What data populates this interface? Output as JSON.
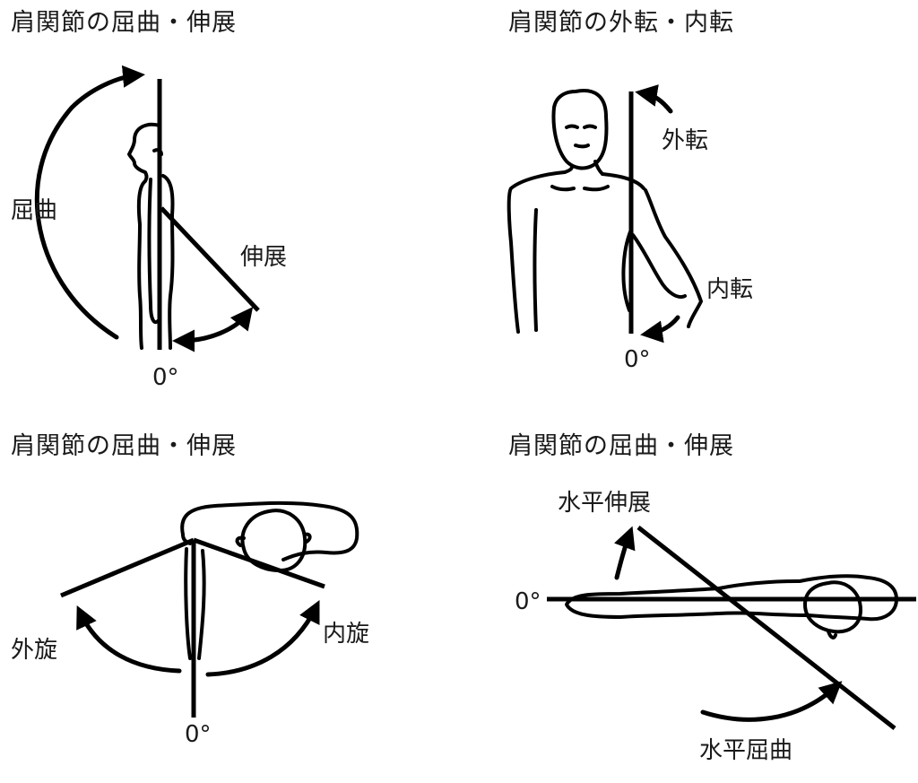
{
  "panels": [
    {
      "title": "肩関節の屈曲・伸展",
      "labels": {
        "flexion": "屈曲",
        "extension": "伸展",
        "zero": "0°"
      }
    },
    {
      "title": "肩関節の外転・内転",
      "labels": {
        "abduction": "外転",
        "adduction": "内転",
        "zero": "0°"
      }
    },
    {
      "title": "肩関節の屈曲・伸展",
      "labels": {
        "external_rotation": "外旋",
        "internal_rotation": "内旋",
        "zero": "0°"
      }
    },
    {
      "title": "肩関節の屈曲・伸展",
      "labels": {
        "horizontal_extension": "水平伸展",
        "horizontal_flexion": "水平屈曲",
        "zero": "0°"
      }
    }
  ],
  "colors": {
    "line": "#000000",
    "text": "#1a1a1a",
    "background": "#ffffff"
  }
}
